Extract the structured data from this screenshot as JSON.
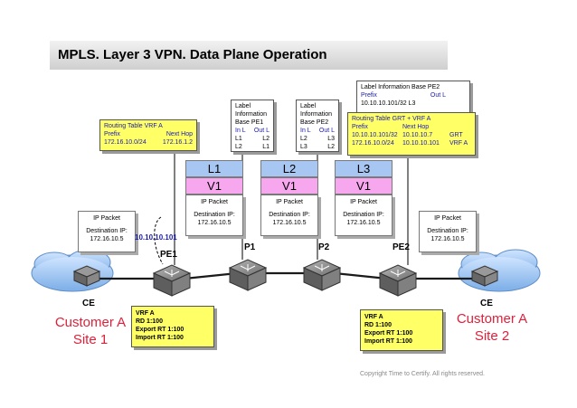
{
  "title": "MPLS. Layer 3 VPN. Data Plane Operation",
  "copyright": "Copyright Time to Certify. All rights reserved.",
  "routers": {
    "pe1": "PE1",
    "p1": "P1",
    "p2": "P2",
    "pe2": "PE2",
    "ce_left": "CE",
    "ce_right": "CE"
  },
  "sites": {
    "left_line1": "Customer A",
    "left_line2": "Site 1",
    "right_line1": "Customer A",
    "right_line2": "Site 2"
  },
  "pe1_address": "10.10.10.101",
  "routing_table_vrf_a": {
    "title": "Routing Table VRF A",
    "col_prefix": "Prefix",
    "col_next_hop": "Next Hop",
    "prefix": "172.16.10.0/24",
    "next_hop": "172.16.1.2"
  },
  "lib_pe1": {
    "title_lines": [
      "Label",
      "Information",
      "Base PE1"
    ],
    "header": [
      "In L",
      "Out L"
    ],
    "rows": [
      [
        "L1",
        "L2"
      ],
      [
        "L2",
        "L1"
      ]
    ]
  },
  "lib_pe2_small": {
    "title_lines": [
      "Label",
      "Information",
      "Base PE2"
    ],
    "header": [
      "In L",
      "Out L"
    ],
    "rows": [
      [
        "L2",
        "L3"
      ],
      [
        "L3",
        "L2"
      ]
    ]
  },
  "lib_pe2_large": {
    "title": "Label Information Base PE2",
    "col_prefix": "Prefix",
    "col_out": "Out L",
    "row": "10.10.10.101/32  L3"
  },
  "routing_table_grt": {
    "title": "Routing Table GRT + VRF A",
    "col_prefix": "Prefix",
    "col_next_hop": "Next Hop",
    "rows": [
      {
        "prefix": "10.10.10.101/32",
        "next_hop": "10.10.10.7",
        "table": "GRT"
      },
      {
        "prefix": "172.16.10.0/24",
        "next_hop": "10.10.10.101",
        "table": "VRF A"
      }
    ]
  },
  "label_stacks": [
    {
      "outer": "L1",
      "inner": "V1"
    },
    {
      "outer": "L2",
      "inner": "V1"
    },
    {
      "outer": "L3",
      "inner": "V1"
    }
  ],
  "packet_title": "IP Packet",
  "packet_dest_label": "Destination IP:",
  "packet_dest_value": "172.16.10.5",
  "vrf_left": [
    "VRF A",
    "RD 1:100",
    "Export RT 1:100",
    "Import RT 1:100"
  ],
  "vrf_right": [
    "VRF A",
    "RD 1:100",
    "Export RT 1:100",
    "Import RT 1:100"
  ],
  "colors": {
    "title_bar": "#dcdcdc",
    "table_fill": "#ffff66",
    "label_outer": "#a7c7f2",
    "label_inner": "#f7a7ee",
    "site_text": "#e0203a",
    "router": "#7d7d7d",
    "address_blue": "#1a1ab0"
  }
}
